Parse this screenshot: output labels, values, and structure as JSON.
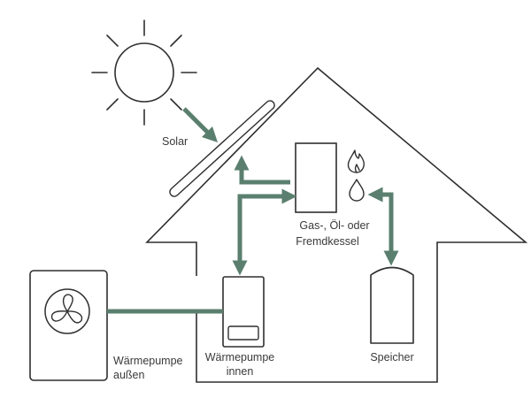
{
  "labels": {
    "solar": "Solar",
    "boiler_line1": "Gas-, Öl- oder",
    "boiler_line2": "Fremdkessel",
    "storage": "Speicher",
    "hp_inside_line1": "Wärmepumpe",
    "hp_inside_line2": "innen",
    "hp_outside_line1": "Wärmepumpe",
    "hp_outside_line2": "außen"
  },
  "colors": {
    "outline": "#2f2f2f",
    "arrow": "#5a7f6f",
    "background": "#ffffff"
  },
  "icons": {
    "sun": "sun-icon",
    "fan": "fan-icon",
    "flame": "flame-icon",
    "oil_drop": "oil-drop-icon"
  }
}
